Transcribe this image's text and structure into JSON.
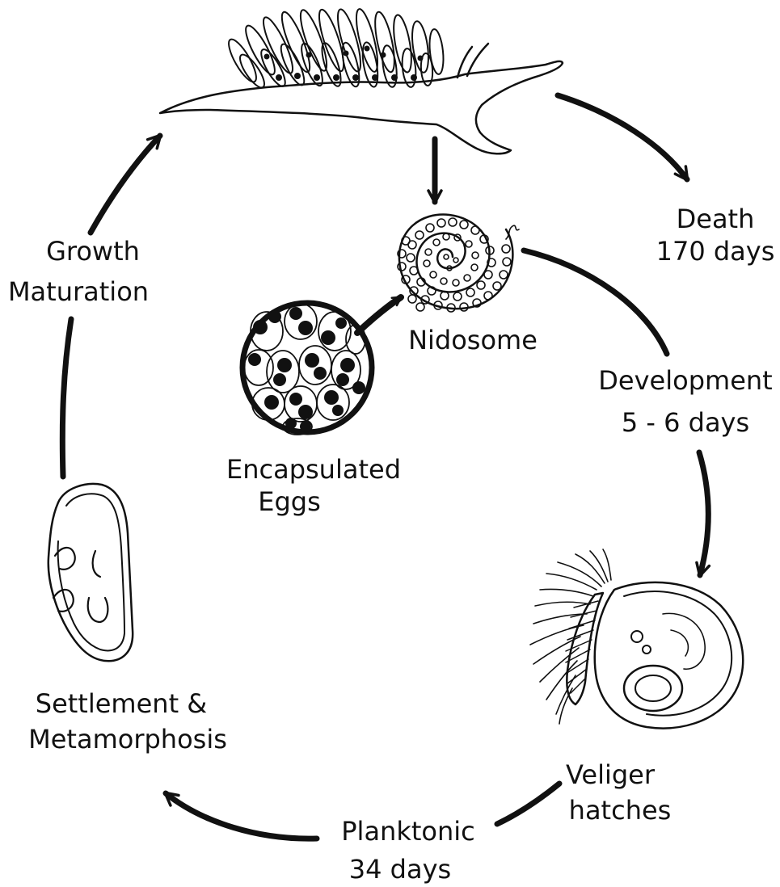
{
  "labels": {
    "death_line1": "Death",
    "death_line2": "170 days",
    "nidosome": "Nidosome",
    "development_line1": "Development",
    "development_line2": "5 - 6 days",
    "eggs_line1": "Encapsulated",
    "eggs_line2": "Eggs",
    "growth_line1": "Growth",
    "growth_line2": "Maturation",
    "veliger_line1": "Veliger",
    "veliger_line2": "hatches",
    "planktonic_line1": "Planktonic",
    "planktonic_line2": "34 days",
    "settlement_line1": "Settlement &",
    "settlement_line2": "Metamorphosis"
  },
  "icons": {
    "adult": "nudibranch-icon",
    "nidosome": "egg-spiral-icon",
    "eggs": "encapsulated-eggs-icon",
    "veliger": "veliger-larva-icon",
    "juvenile": "juvenile-icon"
  },
  "colors": {
    "ink": "#111111",
    "background": "#ffffff"
  }
}
